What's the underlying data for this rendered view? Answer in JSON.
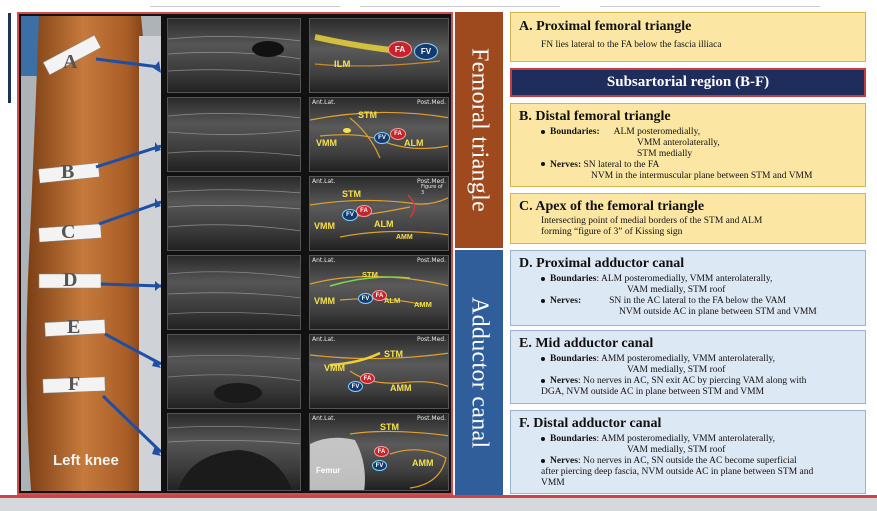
{
  "left_panel": {
    "leg_labels": [
      "A",
      "B",
      "C",
      "D",
      "E",
      "F"
    ],
    "caption": "Left knee"
  },
  "images": [
    {
      "id": "A",
      "left_hdr": "",
      "right_hdr": "",
      "labels": {
        "ilm": "ILM",
        "fa": "FA",
        "fv": "FV"
      }
    },
    {
      "id": "B",
      "left_hdr": "",
      "right_hdr": [
        "Ant.Lat.",
        "Post.Med."
      ],
      "labels": {
        "stm": "STM",
        "vmm": "VMM",
        "alm": "ALM",
        "fa": "FA",
        "fv": "FV"
      }
    },
    {
      "id": "C",
      "left_hdr": "",
      "right_hdr": [
        "Ant.Lat.",
        "Post.Med."
      ],
      "labels": {
        "stm": "STM",
        "vmm": "VMM",
        "alm": "ALM",
        "amm": "AMM",
        "fa": "FA",
        "fv": "FV",
        "fig": "Figure of 3"
      }
    },
    {
      "id": "D",
      "left_hdr": "",
      "right_hdr": [
        "Ant.Lat.",
        "Post.Med."
      ],
      "labels": {
        "stm": "STM",
        "vmm": "VMM",
        "alm": "ALM",
        "amm": "AMM",
        "fa": "FA",
        "fv": "FV"
      }
    },
    {
      "id": "E",
      "left_hdr": "",
      "right_hdr": [
        "Ant.Lat.",
        "Post.Med."
      ],
      "labels": {
        "stm": "STM",
        "vmm": "VMM",
        "amm": "AMM",
        "fa": "FA",
        "fv": "FV"
      }
    },
    {
      "id": "F",
      "left_hdr": "",
      "right_hdr": [
        "Ant.Lat.",
        "Post.Med."
      ],
      "labels": {
        "stm": "STM",
        "amm": "AMM",
        "fa": "FA",
        "fv": "FV",
        "femur": "Femur"
      }
    }
  ],
  "vertical_bars": {
    "femoral": "Femoral triangle",
    "adductor": "Adductor canal"
  },
  "subsartorial": "Subsartorial region (B-F)",
  "boxes": {
    "A": {
      "title": "A.   Proximal femoral triangle",
      "text": "FN lies lateral to the FA below the fascia illiaca"
    },
    "B": {
      "title": "B.   Distal femoral triangle",
      "boundaries_label": "Boundaries:",
      "boundaries": [
        "ALM posteromedially,",
        "VMM anterolaterally,",
        "STM medially"
      ],
      "nerves_label": "Nerves:",
      "nerves": [
        "SN lateral to the FA",
        "NVM in the intermuscular plane between STM and VMM"
      ]
    },
    "C": {
      "title": "C.   Apex of the femoral triangle",
      "lines": [
        "Intersecting point of medial borders of the STM and ALM",
        "forming “figure of 3” of Kissing sign"
      ]
    },
    "D": {
      "title": "D.   Proximal adductor canal",
      "boundaries_label": "Boundaries",
      "boundaries": [
        ": ALM posteromedially, VMM anterolaterally,",
        "VAM medially, STM roof"
      ],
      "nerves_label": "Nerves:",
      "nerves": [
        "SN in the AC lateral to the FA below the VAM",
        "NVM outside AC in plane between STM and VMM"
      ]
    },
    "E": {
      "title": "E.   Mid adductor canal",
      "boundaries_label": "Boundaries",
      "boundaries": [
        ": AMM posteromedially, VMM anterolaterally,",
        "VAM medially, STM roof"
      ],
      "nerves_label": "Nerves",
      "nerves": [
        ":  No nerves in AC, SN exit AC by piercing VAM along with",
        "DGA, NVM outside AC in plane between STM and VMM"
      ]
    },
    "F": {
      "title": "F.   Distal adductor canal",
      "boundaries_label": "Boundaries",
      "boundaries": [
        ": AMM posteromedially, VMM anterolaterally,",
        "VAM medially, STM roof"
      ],
      "nerves_label": "Nerves",
      "nerves": [
        ":  No nerves in AC,  SN outside the AC become superficial",
        "after piercing deep fascia, NVM outside AC in plane between STM and",
        "VMM"
      ]
    }
  },
  "colors": {
    "femoral_bar": "#9e4a1e",
    "adductor_bar": "#2f5e9a",
    "navy": "#1e2d5c",
    "yellow_box": "#fbe7a3",
    "blue_box": "#dde8f5",
    "frame_red": "#d44c4c"
  }
}
